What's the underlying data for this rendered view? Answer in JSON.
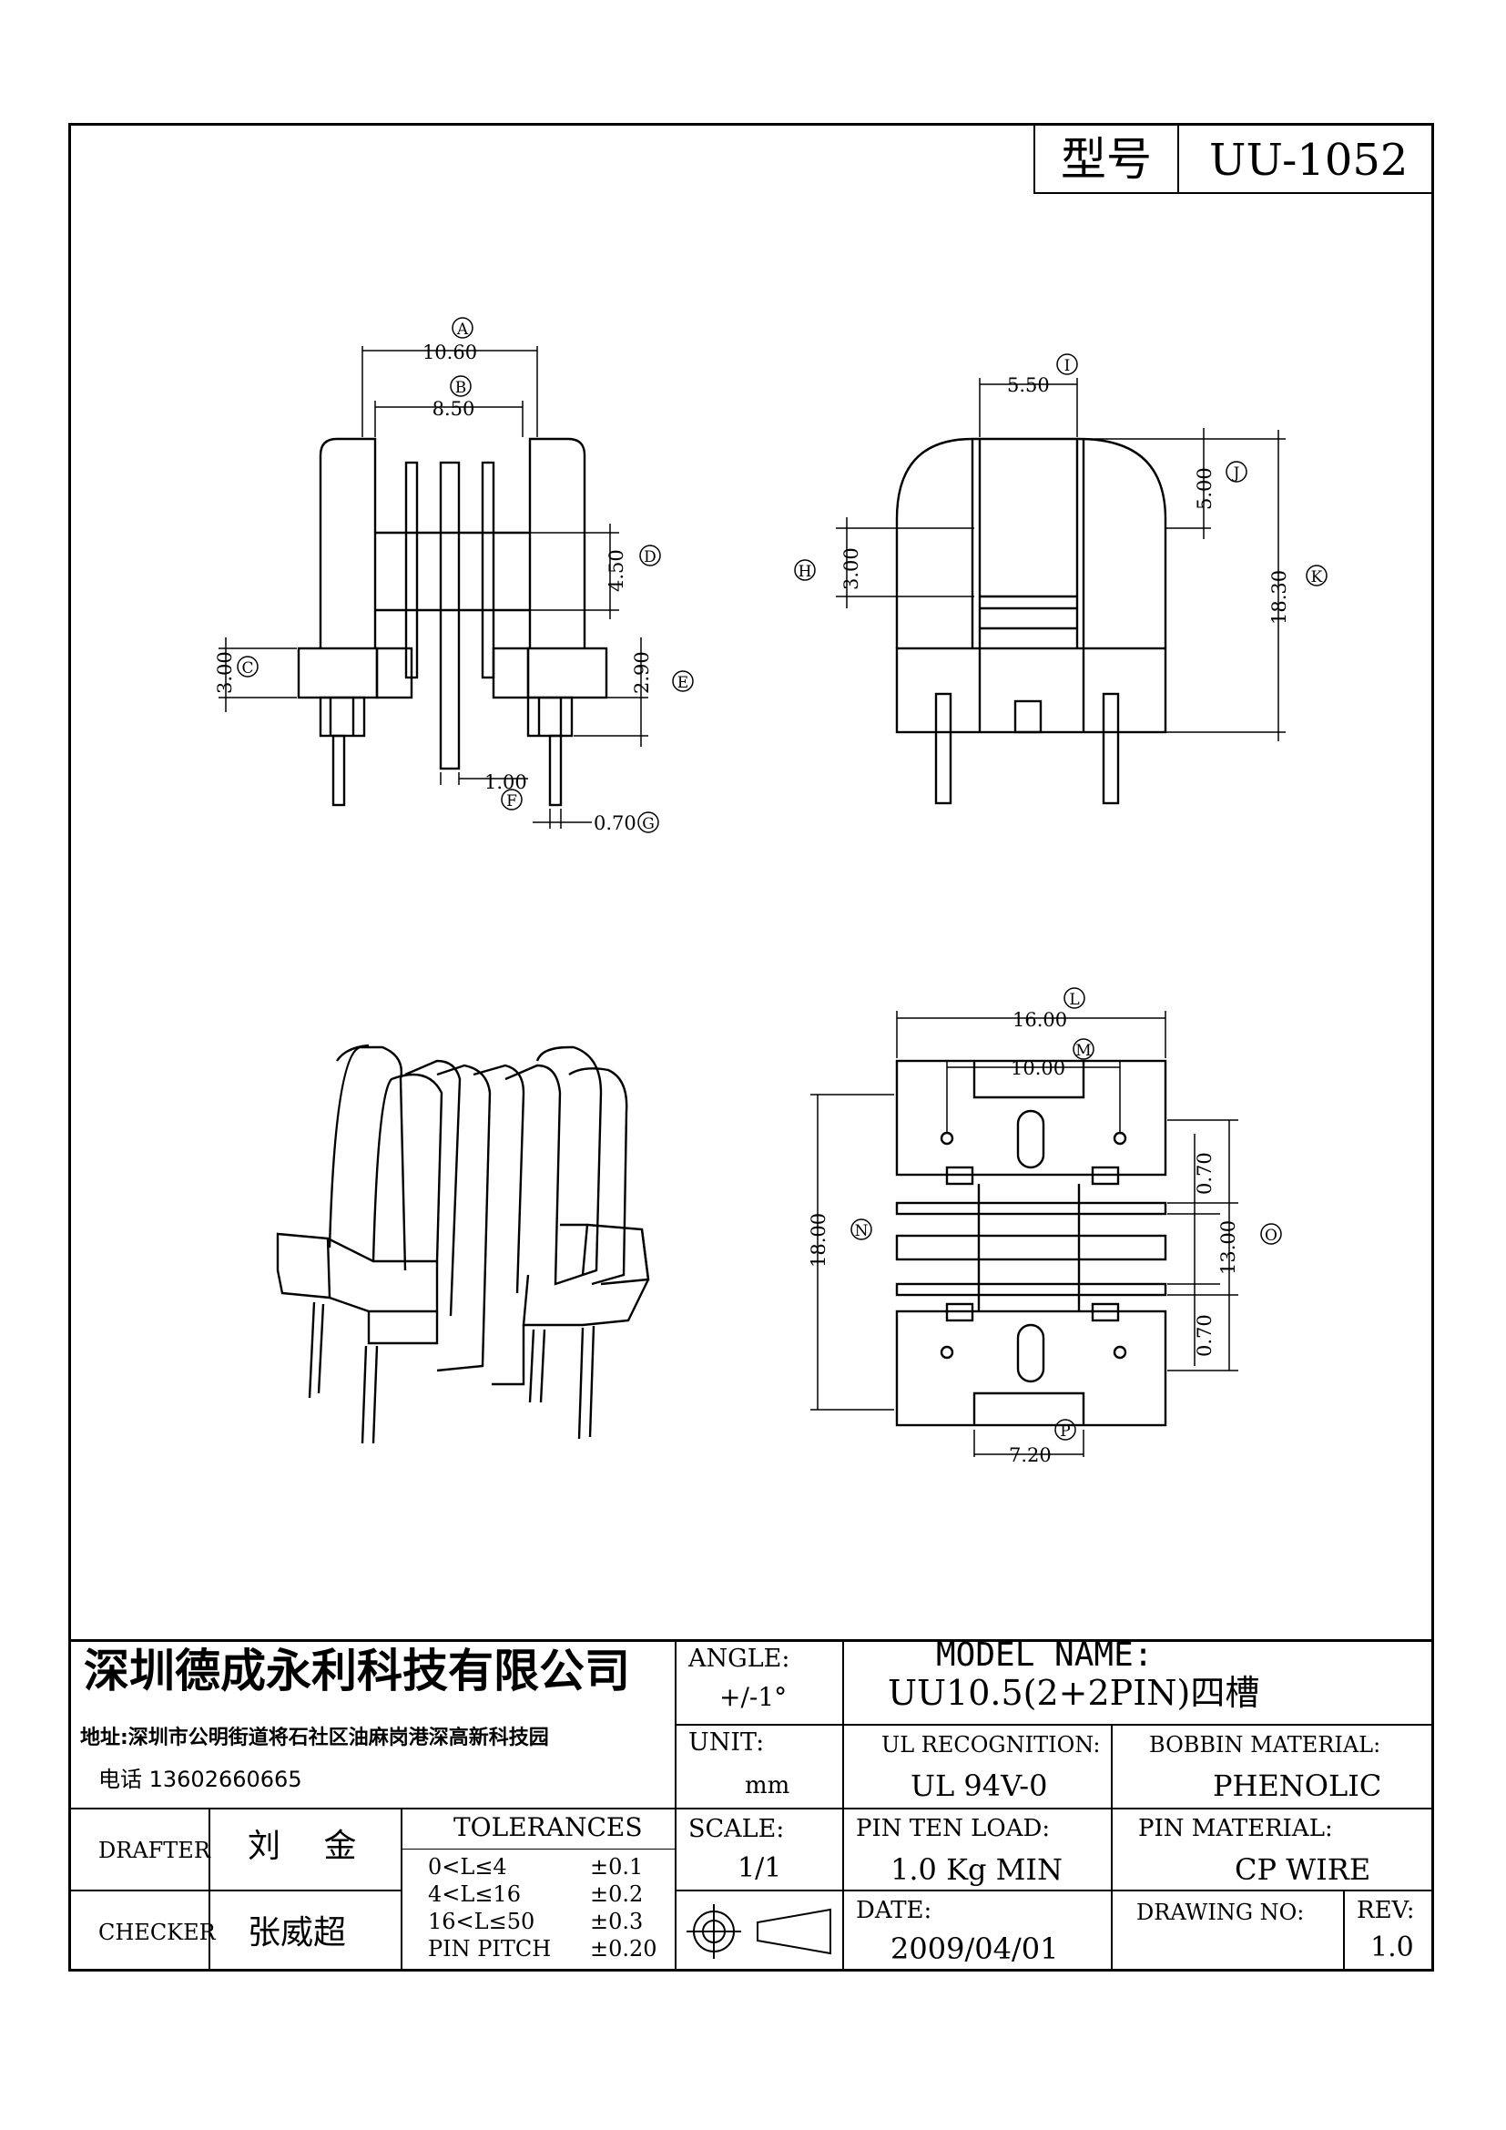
{
  "header": {
    "model_label": "型号",
    "model_value": "UU-1052"
  },
  "dimensions": {
    "A": {
      "letter": "A",
      "value": "10.60"
    },
    "B": {
      "letter": "B",
      "value": "8.50"
    },
    "C": {
      "letter": "C",
      "value": "3.00"
    },
    "D": {
      "letter": "D",
      "value": "4.50"
    },
    "E": {
      "letter": "E",
      "value": "2.90"
    },
    "F": {
      "letter": "F",
      "value": "1.00"
    },
    "G": {
      "letter": "G",
      "value": "0.70"
    },
    "H": {
      "letter": "H",
      "value": "3.00"
    },
    "I": {
      "letter": "I",
      "value": "5.50"
    },
    "J": {
      "letter": "J",
      "value": "5.00"
    },
    "K": {
      "letter": "K",
      "value": "18.30"
    },
    "L": {
      "letter": "L",
      "value": "16.00"
    },
    "M": {
      "letter": "M",
      "value": "10.00"
    },
    "N": {
      "letter": "N",
      "value": "18.00"
    },
    "O": {
      "letter": "O",
      "value": "13.00"
    },
    "O1": {
      "value": "0.70"
    },
    "O2": {
      "value": "0.70"
    },
    "P": {
      "letter": "P",
      "value": "7.20"
    }
  },
  "title_block": {
    "company": "深圳德成永利科技有限公司",
    "address": "地址:深圳市公明街道将石社区油麻岗港深高新科技园",
    "phone": "电话 13602660665",
    "angle_label": "ANGLE:",
    "angle_value": "+/-1°",
    "model_name_label": "MODEL NAME:",
    "model_name_value": "UU10.5(2+2PIN)四槽",
    "unit_label": "UNIT:",
    "unit_value": "mm",
    "ul_label": "UL RECOGNITION:",
    "ul_value": "UL 94V-0",
    "bobbin_label": "BOBBIN MATERIAL:",
    "bobbin_value": "PHENOLIC",
    "drafter_label": "DRAFTER",
    "drafter_value": "刘 金",
    "checker_label": "CHECKER",
    "checker_value": "张威超",
    "tolerances_label": "TOLERANCES",
    "tolerances": [
      {
        "range": "0<L≤4",
        "value": "±0.1"
      },
      {
        "range": "4<L≤16",
        "value": "±0.2"
      },
      {
        "range": "16<L≤50",
        "value": "±0.3"
      },
      {
        "range": "PIN PITCH",
        "value": "±0.20"
      }
    ],
    "scale_label": "SCALE:",
    "scale_value": "1/1",
    "pin_ten_label": "PIN TEN LOAD:",
    "pin_ten_value": "1.0 Kg MIN",
    "pin_material_label": "PIN MATERIAL:",
    "pin_material_value": "CP WIRE",
    "date_label": "DATE:",
    "date_value": "2009/04/01",
    "drawing_no_label": "DRAWING NO:",
    "drawing_no_value": "",
    "rev_label": "REV:",
    "rev_value": "1.0"
  }
}
